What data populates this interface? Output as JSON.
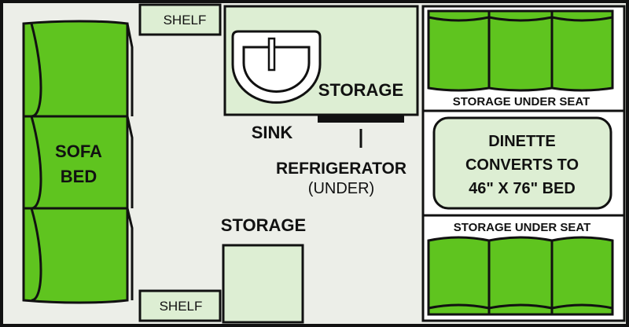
{
  "colors": {
    "floor": "#eceee8",
    "cushion": "#5fc41f",
    "light_green": "#ddeed3",
    "outline": "#111111"
  },
  "labels": {
    "shelf_top": "SHELF",
    "shelf_bottom": "SHELF",
    "storage_top": "STORAGE",
    "storage_bottom": "STORAGE",
    "sink": "SINK",
    "refrigerator": "REFRIGERATOR",
    "refrigerator_note": "(UNDER)",
    "sofa_line1": "SOFA",
    "sofa_line2": "BED",
    "storage_under_seat_top": "STORAGE UNDER SEAT",
    "storage_under_seat_bottom": "STORAGE UNDER SEAT",
    "dinette_line1": "DINETTE",
    "dinette_line2": "CONVERTS TO",
    "dinette_line3": "46\" X 76\" BED"
  }
}
